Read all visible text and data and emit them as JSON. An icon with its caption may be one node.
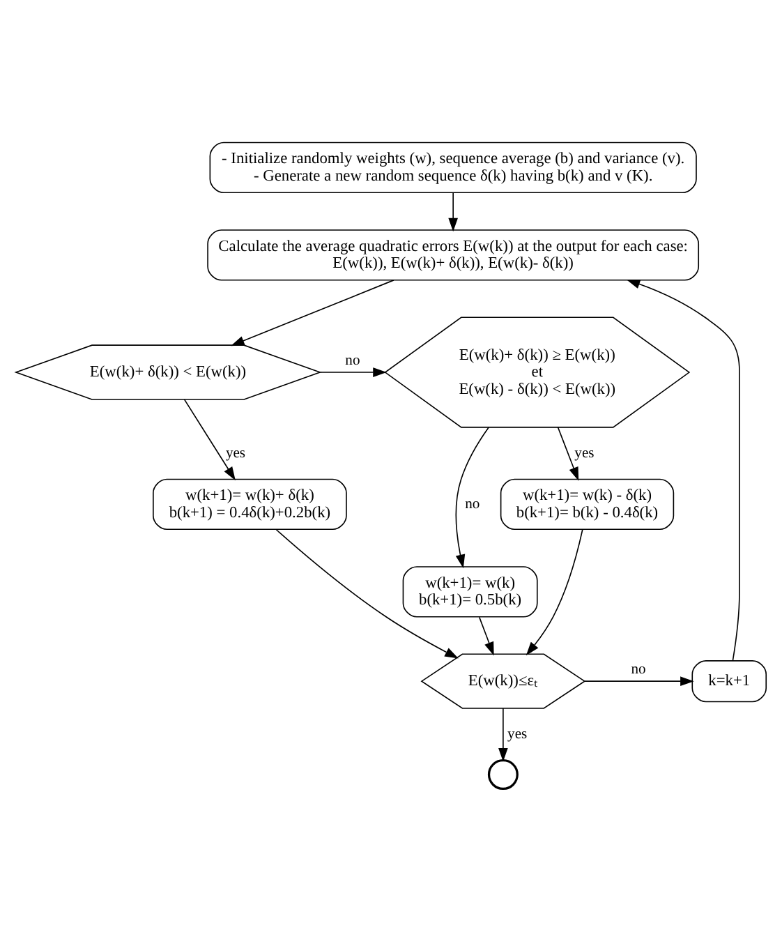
{
  "diagram": {
    "nodes": [
      {
        "text": [
          "- Initialize randomly weights (w), sequence average (b) and variance (v).",
          "- Generate a new random sequence δ(k) having b(k) and v (K)."
        ]
      },
      {
        "text": [
          "Calculate the average quadratic errors E(w(k)) at the output for each case:",
          "E(w(k)), E(w(k)+ δ(k)), E(w(k)- δ(k))"
        ]
      },
      {
        "text": [
          "E(w(k)+ δ(k)) ≥ E(w(k))",
          "et",
          "E(w(k) - δ(k)) < E(w(k))"
        ]
      },
      {
        "text": [
          "E(w(k)+ δ(k)) < E(w(k))"
        ]
      },
      {
        "text": [
          "w(k+1)= w(k) - δ(k)",
          "b(k+1)= b(k) - 0.4δ(k)"
        ]
      },
      {
        "text": [
          "w(k+1)= w(k)+ δ(k)",
          "b(k+1) = 0.4δ(k)+0.2b(k)"
        ]
      },
      {
        "text": [
          "w(k+1)= w(k)",
          "b(k+1)= 0.5b(k)"
        ]
      },
      {
        "text": [
          "E(w(k))≤εₜ"
        ]
      },
      {
        "text": [
          "k=k+1"
        ]
      },
      {
        "text": [],
        "shape": "circle"
      }
    ],
    "edges": [
      {
        "from": 0,
        "to": 1,
        "arrow": "to"
      },
      {
        "from": 1,
        "to": 3,
        "arrow": "to"
      },
      {
        "from": 3,
        "to": 2,
        "arrow": "to",
        "label": "no"
      },
      {
        "from": 2,
        "to": 4,
        "arrow": "to",
        "label": "yes"
      },
      {
        "from": 3,
        "to": 5,
        "arrow": "to",
        "label": "yes"
      },
      {
        "from": 2,
        "to": 6,
        "arrow": "to",
        "label": "no"
      },
      {
        "from": 6,
        "to": 7,
        "arrow": "to"
      },
      {
        "from": 4,
        "to": 7,
        "arrow": "to"
      },
      {
        "from": 5,
        "to": 7,
        "arrow": "to"
      },
      {
        "from": 7,
        "to": 9,
        "arrow": "to",
        "label": "yes"
      },
      {
        "from": 7,
        "to": 8,
        "arrow": "to",
        "label": "no"
      },
      {
        "from": 8,
        "to": 1,
        "arrow": "to"
      }
    ]
  }
}
